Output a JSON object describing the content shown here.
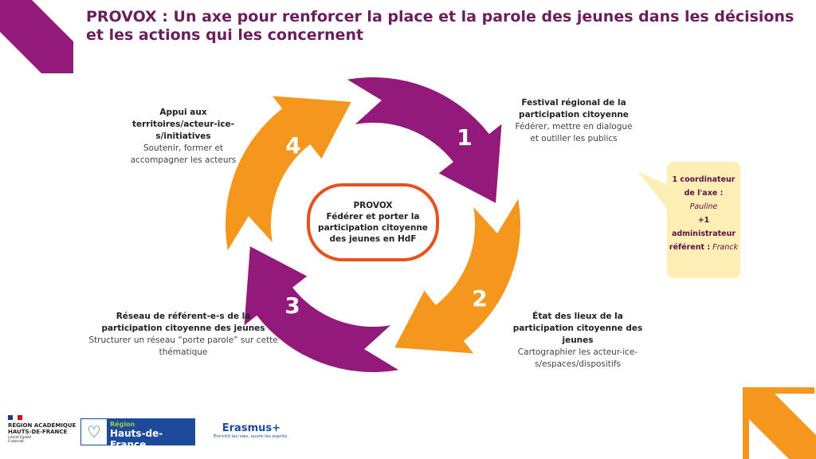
{
  "title": "PROVOX : Un axe pour renforcer la place et la parole des jeunes dans les décisions et les actions qui les concernent",
  "colors": {
    "purple": "#93197a",
    "orange": "#f5961d",
    "center_border": "#e8501d",
    "bubble": "#fdeeb5"
  },
  "center": {
    "l1": "PROVOX",
    "l2": "Fédérer et porter la participation citoyenne des jeunes en HdF"
  },
  "steps": [
    {
      "num": "1",
      "title": "Festival régional de la participation citoyenne",
      "desc": "Fédérer, mettre en dialogue et outiller les publics"
    },
    {
      "num": "2",
      "title": "État des lieux de la participation citoyenne des jeunes",
      "desc": "Cartographier les acteur-ice-s/espaces/dispositifs"
    },
    {
      "num": "3",
      "title": "Réseau de référent-e-s de la participation citoyenne des jeunes",
      "desc": "Structurer un réseau “porte parole” sur cette thématique"
    },
    {
      "num": "4",
      "title": "Appui aux territoires/acteur-ice-s/initiatives",
      "desc": "Soutenir, former et accompagner les acteurs"
    }
  ],
  "bubble": {
    "a": "1 coordinateur de l'axe :",
    "b": "Pauline",
    "c": "+1 administrateur référent :",
    "d": "Franck"
  },
  "logos": {
    "academie": "RÉGION ACADÉMIQUE HAUTS-DE-FRANCE",
    "academie_motto": "Liberté Égalité Fraternité",
    "region_small": "Région",
    "region_big": "Hauts-de-France",
    "erasmus": "Erasmus+",
    "erasmus_tag": "Enrichit les vies, ouvre les esprits."
  }
}
